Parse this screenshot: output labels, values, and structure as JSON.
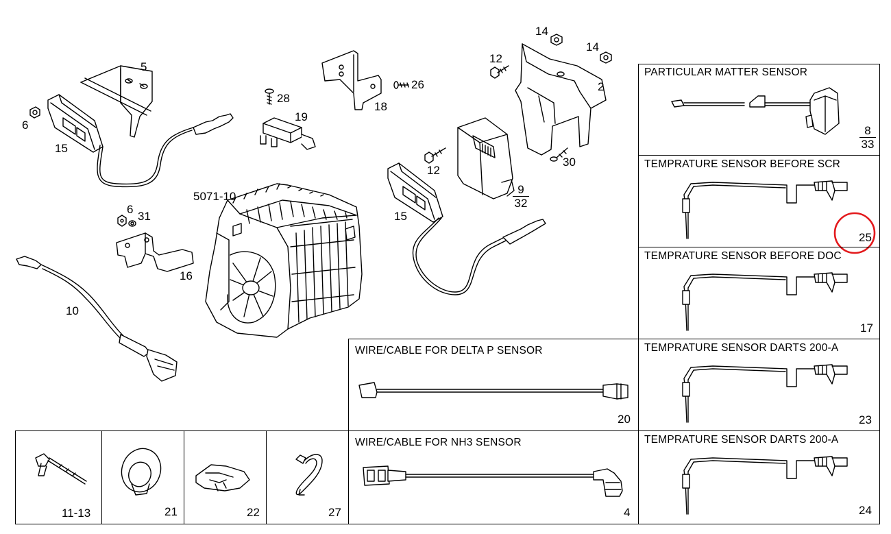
{
  "assembly_label": "5071-10",
  "parts": {
    "p5": "5",
    "p6a": "6",
    "p15a": "15",
    "p28": "28",
    "p19": "19",
    "p18": "18",
    "p26": "26",
    "p12a": "12",
    "p14a": "14",
    "p14b": "14",
    "p2": "2",
    "p12b": "12",
    "p30": "30",
    "p15b": "15",
    "p6b": "6",
    "p31": "31",
    "p16": "16",
    "p10": "10",
    "p9": {
      "num": "9",
      "den": "32"
    }
  },
  "panels": {
    "pm_sensor": {
      "title": "PARTICULAR MATTER SENSOR",
      "ref": {
        "num": "8",
        "den": "33"
      }
    },
    "temp_before_scr": {
      "title": "TEMPRATURE SENSOR BEFORE SCR",
      "ref": "25",
      "highlighted": true,
      "highlight_color": "#e3191c"
    },
    "temp_before_doc": {
      "title": "TEMPRATURE SENSOR BEFORE DOC",
      "ref": "17"
    },
    "temp_darts_a": {
      "title": "TEMPRATURE SENSOR DARTS 200-A",
      "ref": "23"
    },
    "temp_darts_b": {
      "title": "TEMPRATURE SENSOR DARTS 200-A",
      "ref": "24"
    },
    "wire_delta_p": {
      "title": "WIRE/CABLE FOR DELTA P SENSOR",
      "ref": "20"
    },
    "wire_nh3": {
      "title": "WIRE/CABLE FOR NH3 SENSOR",
      "ref": "4"
    },
    "small_1": {
      "ref": "11-13"
    },
    "small_2": {
      "ref": "21"
    },
    "small_3": {
      "ref": "22"
    },
    "small_4": {
      "ref": "27"
    }
  }
}
